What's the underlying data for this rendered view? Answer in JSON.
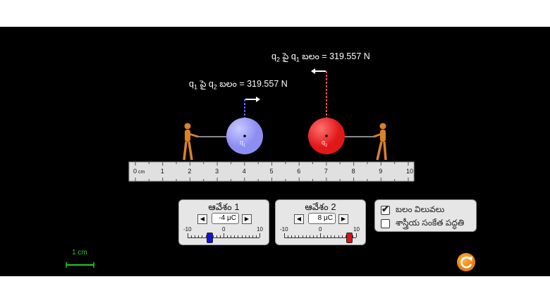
{
  "forces": {
    "on_q1": {
      "q_a": "q",
      "sub_a": "1",
      "mid": " పై ",
      "q_b": "q",
      "sub_b": "2",
      "word": " బలం",
      "value": " = 319.557 N"
    },
    "on_q2": {
      "q_a": "q",
      "sub_a": "2",
      "mid": " పై ",
      "q_b": "q",
      "sub_b": "1",
      "word": " బలం",
      "value": " = 319.557 N"
    }
  },
  "charges": {
    "q1": {
      "label": "q",
      "sub": "1",
      "color": "#9a9cf7",
      "position_cm": 4
    },
    "q2": {
      "label": "q",
      "sub": "2",
      "color": "#f03030",
      "position_cm": 7
    }
  },
  "ruler": {
    "unit": "cm",
    "ticks": [
      "0",
      "1",
      "2",
      "3",
      "4",
      "5",
      "6",
      "7",
      "8",
      "9",
      "10"
    ]
  },
  "charge1_panel": {
    "title": "ఆవేశం 1",
    "value": "-4 μC",
    "value_num": -4,
    "min_label": "-10",
    "mid_label": "0",
    "max_label": "10",
    "min": -10,
    "max": 10,
    "thumb_color": "#1010e0"
  },
  "charge2_panel": {
    "title": "ఆవేశం 2",
    "value": "8 μC",
    "value_num": 8,
    "min_label": "-10",
    "mid_label": "0",
    "max_label": "10",
    "min": -10,
    "max": 10,
    "thumb_color": "#e01010"
  },
  "options": {
    "force_values": {
      "label": "బలం విలువలు",
      "checked": true
    },
    "scientific_notation": {
      "label": "శాస్త్రీయ సంకేత పద్ధతి",
      "checked": false
    }
  },
  "scale": {
    "label": "1 cm",
    "color": "#22cc22"
  },
  "reset_color": "#f39a1e"
}
